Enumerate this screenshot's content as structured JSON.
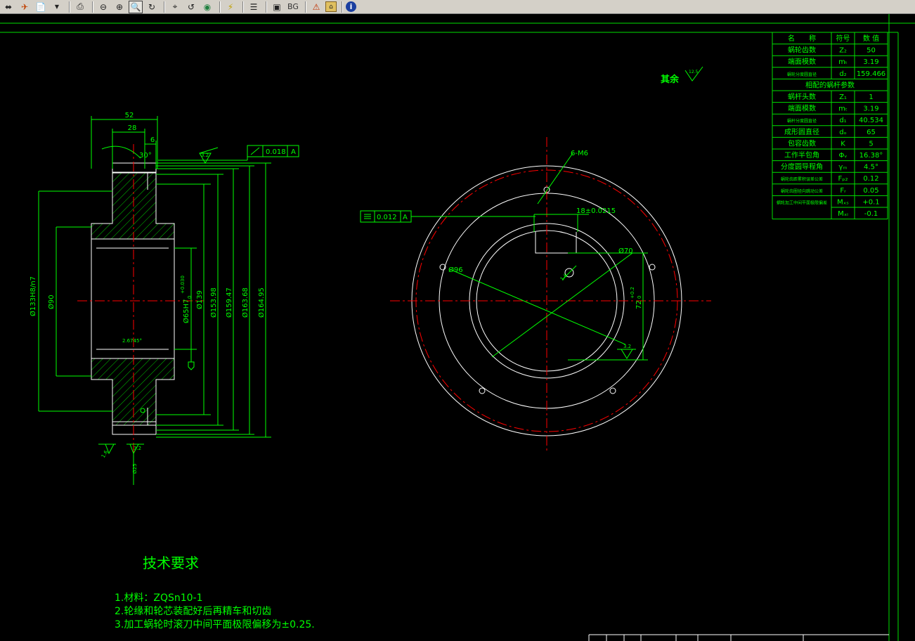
{
  "toolbar": {
    "bg_label": "BG",
    "info_label": "i"
  },
  "drawing": {
    "remark": "其余",
    "remark_roughness": "12.5",
    "section_dims": {
      "width_52": "52",
      "width_28": "28",
      "width_6": "6",
      "angle_30": "30°",
      "rough_32": "3.2",
      "runout": "0.018",
      "datum_a": "A",
      "dia_133": "Ø133H8/n7",
      "dia_90": "Ø90",
      "dia_65": "Ø65H7",
      "dia_65_tol": "+0.030",
      "dia_65_tol2": "0",
      "dia_139": "Ø139",
      "dia_153": "Ø153.98",
      "dia_159": "Ø159.47",
      "dia_163": "Ø163.68",
      "dia_164": "Ø164.95",
      "chamfer": "2.6745°",
      "rough_16": "1.6",
      "rough_32b": "3.2",
      "dia_25": "Ø25"
    },
    "front_dims": {
      "holes": "6-M6",
      "key_width": "18±0.0215",
      "sym_tol": "0.012",
      "datum_a": "A",
      "dia_70": "Ø70",
      "dia_96": "Ø96",
      "rough_16": "1.6",
      "key_depth": "72",
      "key_depth_tol": "+0.2",
      "key_depth_tol2": "0",
      "rough_32": "3.2"
    }
  },
  "param_table": {
    "headers": [
      "名　　称",
      "符号",
      "数 值"
    ],
    "rows": [
      [
        "蜗轮齿数",
        "Z₂",
        "50"
      ],
      [
        "端面模数",
        "mₜ",
        "3.19"
      ],
      [
        "蜗轮分度圆直径",
        "d₂",
        "159.466"
      ]
    ],
    "section_title": "相配的蜗杆参数",
    "rows2": [
      [
        "蜗杆头数",
        "Z₁",
        "1"
      ],
      [
        "端面模数",
        "mₜ",
        "3.19"
      ],
      [
        "蜗杆分度圆直径",
        "d₁",
        "40.534"
      ],
      [
        "成形圆直径",
        "dₒ",
        "65"
      ],
      [
        "包容齿数",
        "K",
        "5"
      ],
      [
        "工作半包角",
        "Φᵥ",
        "16.38°"
      ],
      [
        "分度圆导程角",
        "γₘ",
        "4.5°"
      ],
      [
        "蜗轮齿距累积误差公差",
        "Fₚ₂",
        "0.12"
      ],
      [
        "蜗轮齿圈径向跳动公差",
        "Fᵣ",
        "0.05"
      ],
      [
        "蜗轮加工中间平面极限偏差",
        "Mₓₛ",
        "+0.1"
      ],
      [
        "",
        "Mₓᵢ",
        "-0.1"
      ]
    ]
  },
  "notes": {
    "title": "技术要求",
    "lines": [
      "1.材料：ZQSn10-1",
      "2.轮缘和轮芯装配好后再精车和切齿",
      "3.加工蜗轮时滚刀中间平面极限偏移为±0.25."
    ]
  },
  "colors": {
    "line": "#ffffff",
    "dim": "#00ff00",
    "center": "#ff0000",
    "border": "#00e000"
  }
}
